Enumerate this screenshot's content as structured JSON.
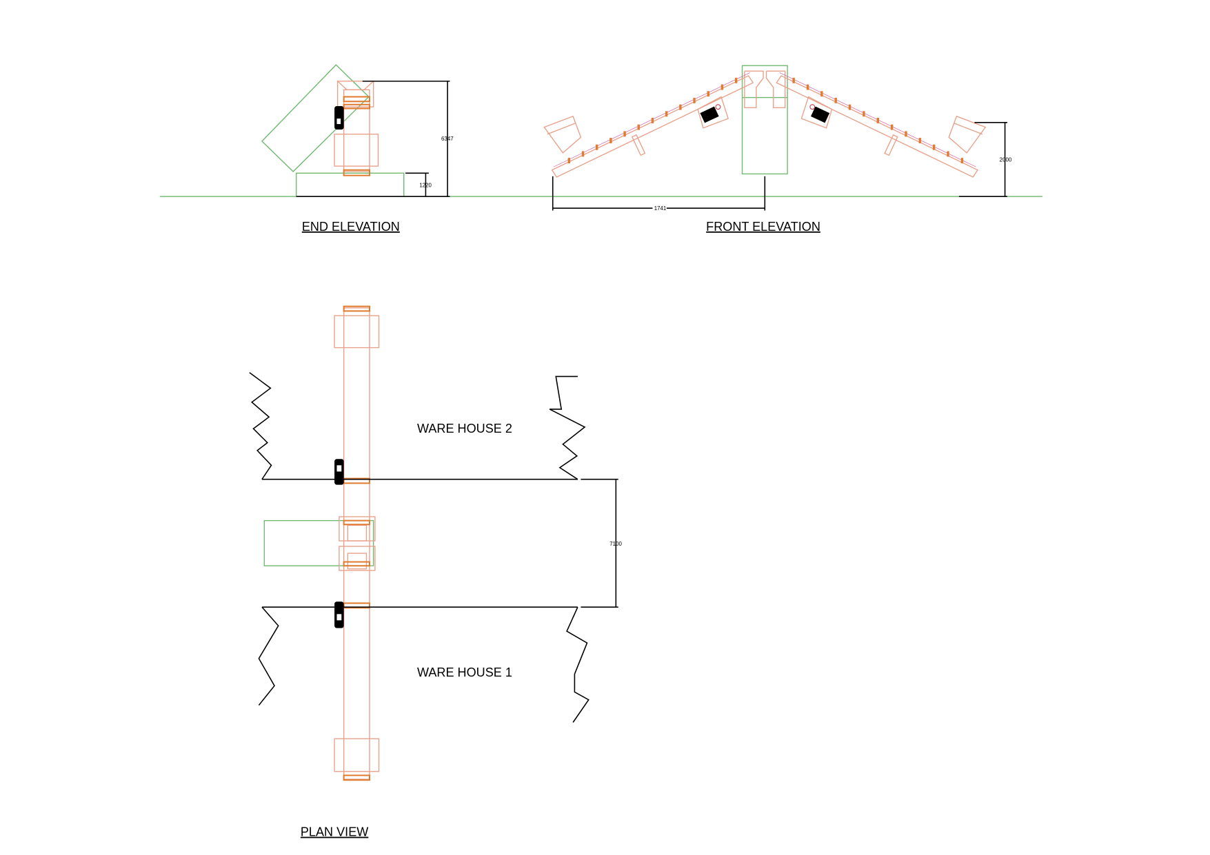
{
  "titles": {
    "end_elevation": "END ELEVATION",
    "front_elevation": "FRONT ELEVATION",
    "plan_view": "PLAN VIEW"
  },
  "areas": {
    "warehouse_2": "WARE HOUSE 2",
    "warehouse_1": "WARE HOUSE 1"
  },
  "dimensions": {
    "end_height": "6347",
    "end_base_height": "1220",
    "front_span": "1741",
    "front_hopper_height": "2000",
    "plan_gap": "7100"
  },
  "colors": {
    "structure": "#6cb86c",
    "conveyor": "#e8a088",
    "idler": "#e07b30",
    "dimension": "#000000"
  }
}
